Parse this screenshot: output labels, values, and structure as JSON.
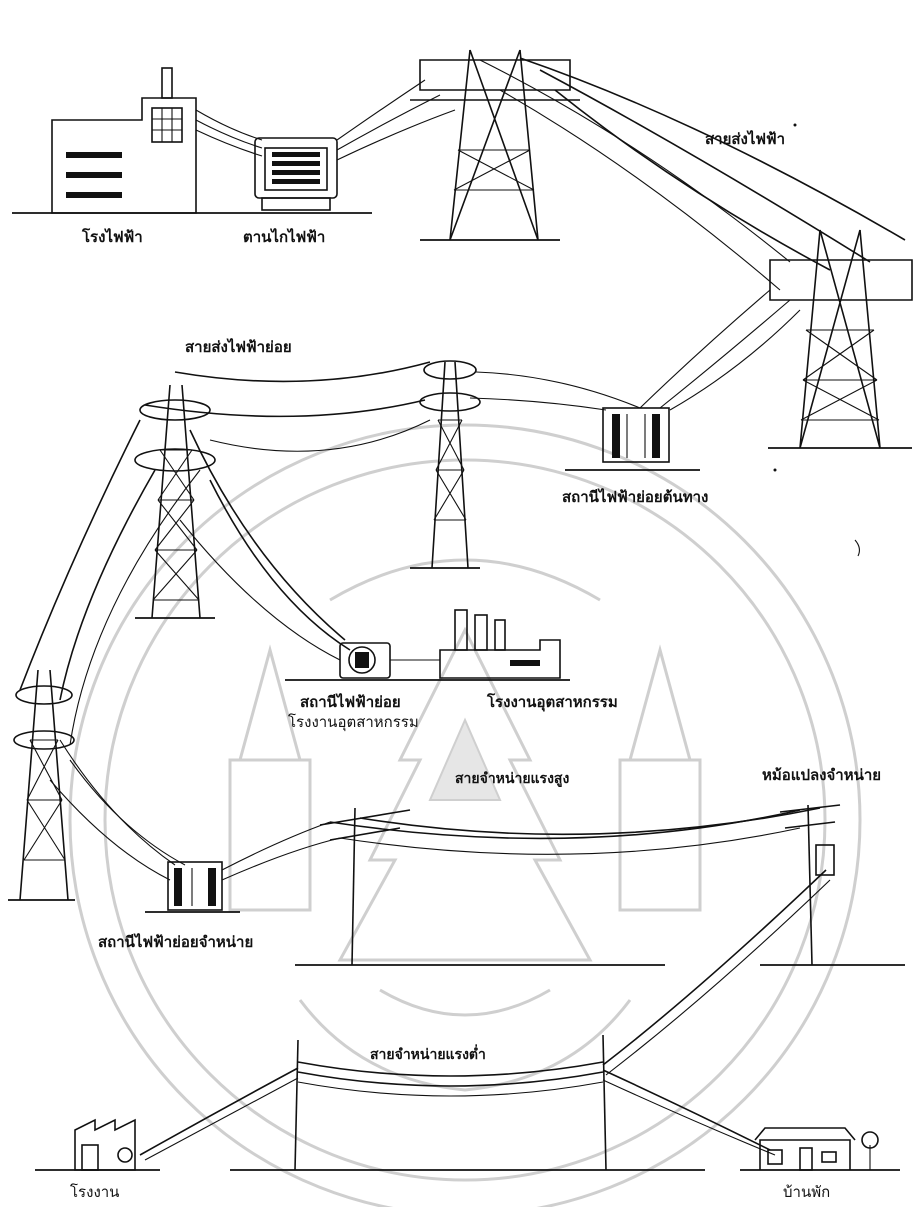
{
  "labels": {
    "power_plant": "โรงไฟฟ้า",
    "step_up_transformer": "ตานไกไฟฟ้า",
    "transmission_line": "สายส่งไฟฟ้า",
    "sub_transmission_line": "สายส่งไฟฟ้าย่อย",
    "terminal_substation": "สถานีไฟฟ้าย่อยต้นทาง",
    "industrial_substation_line1": "สถานีไฟฟ้าย่อย",
    "industrial_substation_line2": "โรงงานอุตสาหกรรม",
    "industrial_plant": "โรงงานอุตสาหกรรม",
    "high_voltage_distribution_line": "สายจำหน่ายแรงสูง",
    "distribution_transformer": "หม้อแปลงจำหน่าย",
    "distribution_substation": "สถานีไฟฟ้าย่อยจำหน่าย",
    "low_voltage_distribution_line": "สายจำหน่ายแรงต่ำ",
    "factory": "โรงงาน",
    "residence": "บ้านพัก"
  },
  "colors": {
    "ink": "#111111",
    "watermark": "#cfcfcf",
    "background": "#ffffff"
  }
}
